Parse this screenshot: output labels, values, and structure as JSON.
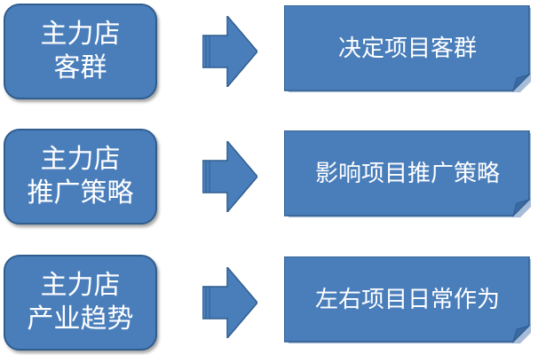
{
  "rows": [
    {
      "source_lines": [
        "主力店",
        "客群"
      ],
      "target": "决定项目客群"
    },
    {
      "source_lines": [
        "主力店",
        "推广策略"
      ],
      "target": "影响项目推广策略"
    },
    {
      "source_lines": [
        "主力店",
        "产业趋势"
      ],
      "target": "左右项目日常作为"
    }
  ],
  "colors": {
    "box_fill": "#4a7ebb",
    "box_border": "#2f5d8e",
    "text": "#ffffff"
  }
}
